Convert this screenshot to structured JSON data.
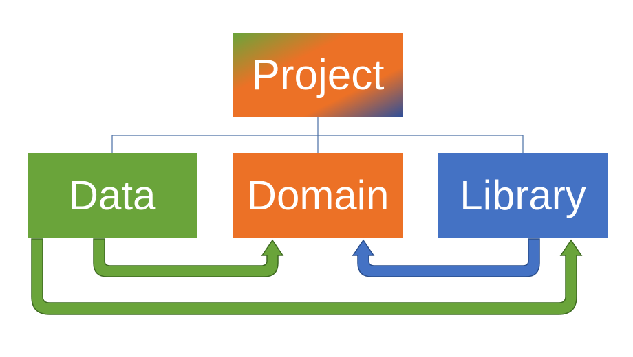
{
  "diagram": {
    "nodes": {
      "project": {
        "label": "Project"
      },
      "data": {
        "label": "Data",
        "color": "#6aa43a"
      },
      "domain": {
        "label": "Domain",
        "color": "#ec7126"
      },
      "library": {
        "label": "Library",
        "color": "#4472c4"
      }
    },
    "project_gradient": [
      "#6aa43a",
      "#ec7126",
      "#ec7126",
      "#2e4f9a"
    ],
    "tree_line_color": "#4a6fa5",
    "arrows": [
      {
        "from": "Data",
        "to": "Domain",
        "color": "#6aa43a"
      },
      {
        "from": "Library",
        "to": "Domain",
        "color": "#4472c4"
      },
      {
        "from": "Data",
        "to": "Library",
        "color": "#6aa43a"
      }
    ]
  }
}
